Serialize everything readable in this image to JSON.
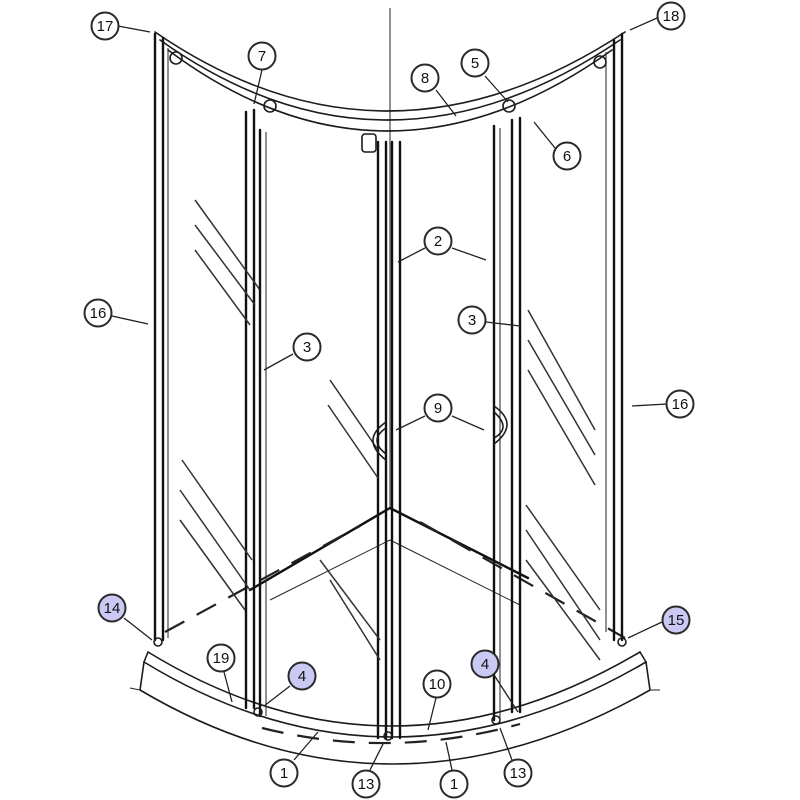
{
  "colors": {
    "callout_fill": "#ffffff",
    "callout_highlight": "#c9c9f3",
    "line": "#1c1c1c"
  },
  "callouts": [
    {
      "id": "c17",
      "label": "17",
      "highlight": false
    },
    {
      "id": "c18",
      "label": "18",
      "highlight": false
    },
    {
      "id": "c7",
      "label": "7",
      "highlight": false
    },
    {
      "id": "c8",
      "label": "8",
      "highlight": false
    },
    {
      "id": "c5",
      "label": "5",
      "highlight": false
    },
    {
      "id": "c6",
      "label": "6",
      "highlight": false
    },
    {
      "id": "c2",
      "label": "2",
      "highlight": false
    },
    {
      "id": "c16a",
      "label": "16",
      "highlight": false
    },
    {
      "id": "c3a",
      "label": "3",
      "highlight": false
    },
    {
      "id": "c3b",
      "label": "3",
      "highlight": false
    },
    {
      "id": "c16b",
      "label": "16",
      "highlight": false
    },
    {
      "id": "c9",
      "label": "9",
      "highlight": false
    },
    {
      "id": "c14",
      "label": "14",
      "highlight": true
    },
    {
      "id": "c15",
      "label": "15",
      "highlight": true
    },
    {
      "id": "c19",
      "label": "19",
      "highlight": false
    },
    {
      "id": "c4a",
      "label": "4",
      "highlight": true
    },
    {
      "id": "c4b",
      "label": "4",
      "highlight": true
    },
    {
      "id": "c10",
      "label": "10",
      "highlight": false
    },
    {
      "id": "c1a",
      "label": "1",
      "highlight": false
    },
    {
      "id": "c13a",
      "label": "13",
      "highlight": false
    },
    {
      "id": "c1b",
      "label": "1",
      "highlight": false
    },
    {
      "id": "c13b",
      "label": "13",
      "highlight": false
    }
  ]
}
